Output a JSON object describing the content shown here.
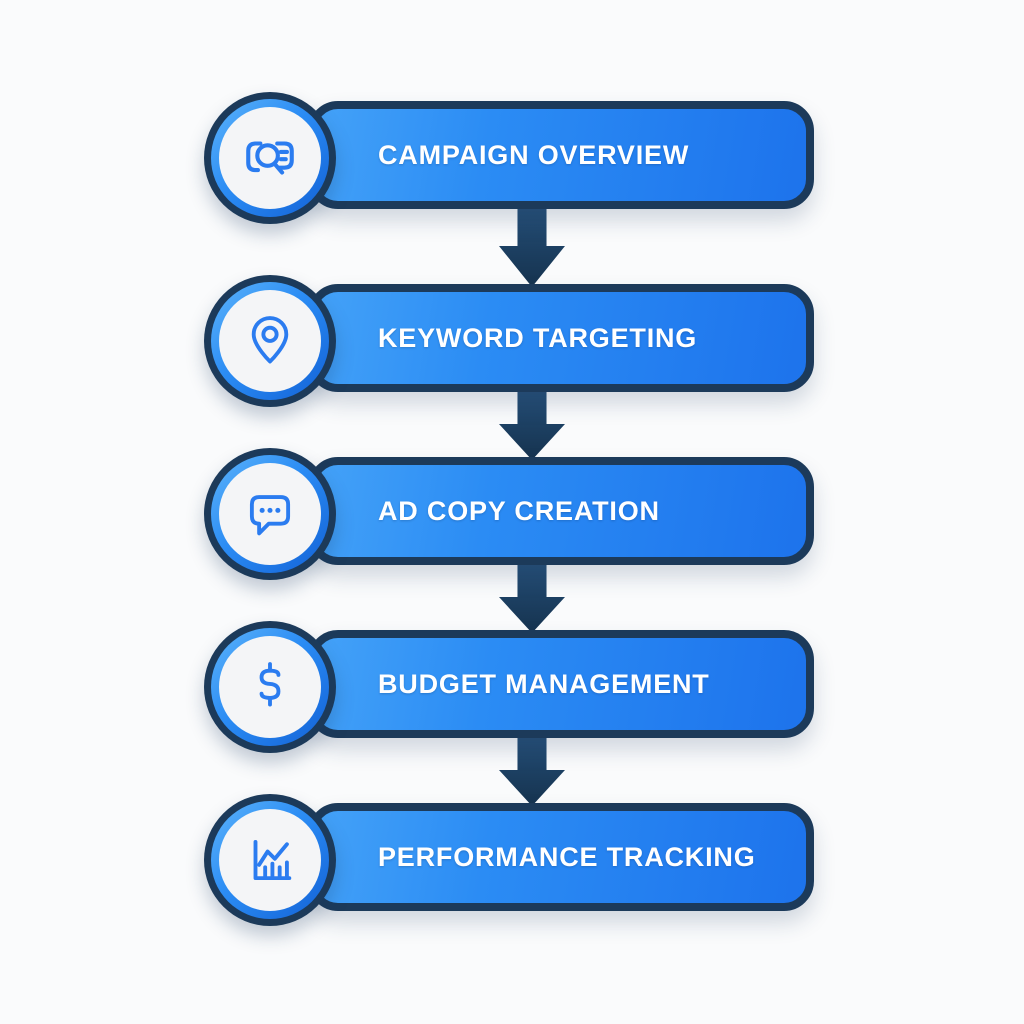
{
  "diagram": {
    "type": "vertical-flowchart",
    "background_color": "#fafbfc",
    "bar_gradient_start": "#44a2f8",
    "bar_gradient_end": "#1d73ec",
    "bar_border_color": "#1c3a5a",
    "badge_fill_color": "#f4f5f7",
    "badge_ring_color": "#2b8cf4",
    "icon_color": "#2b7cf0",
    "arrow_color": "#1c3f61",
    "label_text_color": "#ffffff"
  },
  "steps": [
    {
      "label": "CAMPAIGN OVERVIEW",
      "icon": "search-overview-icon"
    },
    {
      "label": "KEYWORD TARGETING",
      "icon": "location-pin-icon"
    },
    {
      "label": "AD COPY CREATION",
      "icon": "chat-bubble-icon"
    },
    {
      "label": "BUDGET MANAGEMENT",
      "icon": "dollar-icon"
    },
    {
      "label": "PERFORMANCE TRACKING",
      "icon": "bar-chart-trend-icon"
    }
  ]
}
